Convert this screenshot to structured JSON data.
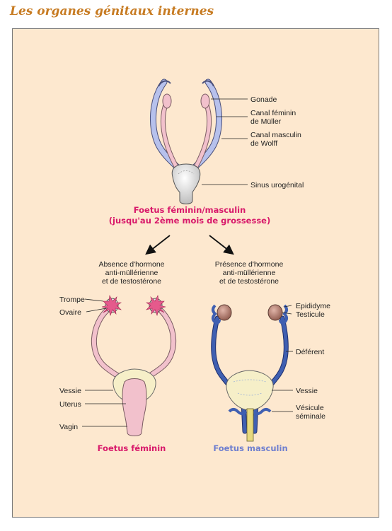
{
  "title": "Les organes génitaux internes",
  "colors": {
    "background": "#fde8cf",
    "female_title": "#d8186a",
    "male_title": "#6f7fcf",
    "mullerian_duct": "#f2c1cc",
    "wolffian_duct": "#b7c1ec",
    "vas_deferens": "#3f5fb1",
    "title_orange": "#c77b22"
  },
  "top": {
    "labels": {
      "gonade": "Gonade",
      "muller_1": "Canal féminin",
      "muller_2": "de Müller",
      "wolff_1": "Canal masculin",
      "wolff_2": "de Wolff",
      "sinus": "Sinus urogénital"
    },
    "caption_1": "Foetus féminin/masculin",
    "caption_2": "(jusqu'au 2ème mois de grossesse)"
  },
  "left_branch": {
    "line_1": "Absence d'hormone",
    "line_2": "anti-müllérienne",
    "line_3": "et de testostérone"
  },
  "right_branch": {
    "line_1": "Présence d'hormone",
    "line_2": "anti-müllérienne",
    "line_3": "et de testostérone"
  },
  "female": {
    "labels": {
      "trompe": "Trompe",
      "ovaire": "Ovaire",
      "vessie": "Vessie",
      "uterus": "Uterus",
      "vagin": "Vagin"
    },
    "title": "Foetus féminin"
  },
  "male": {
    "labels": {
      "epididyme": "Epididyme",
      "testicule": "Testicule",
      "deferent": "Déférent",
      "vessie": "Vessie",
      "vesicule_1": "Vésicule",
      "vesicule_2": "séminale"
    },
    "title": "Foetus masculin"
  }
}
